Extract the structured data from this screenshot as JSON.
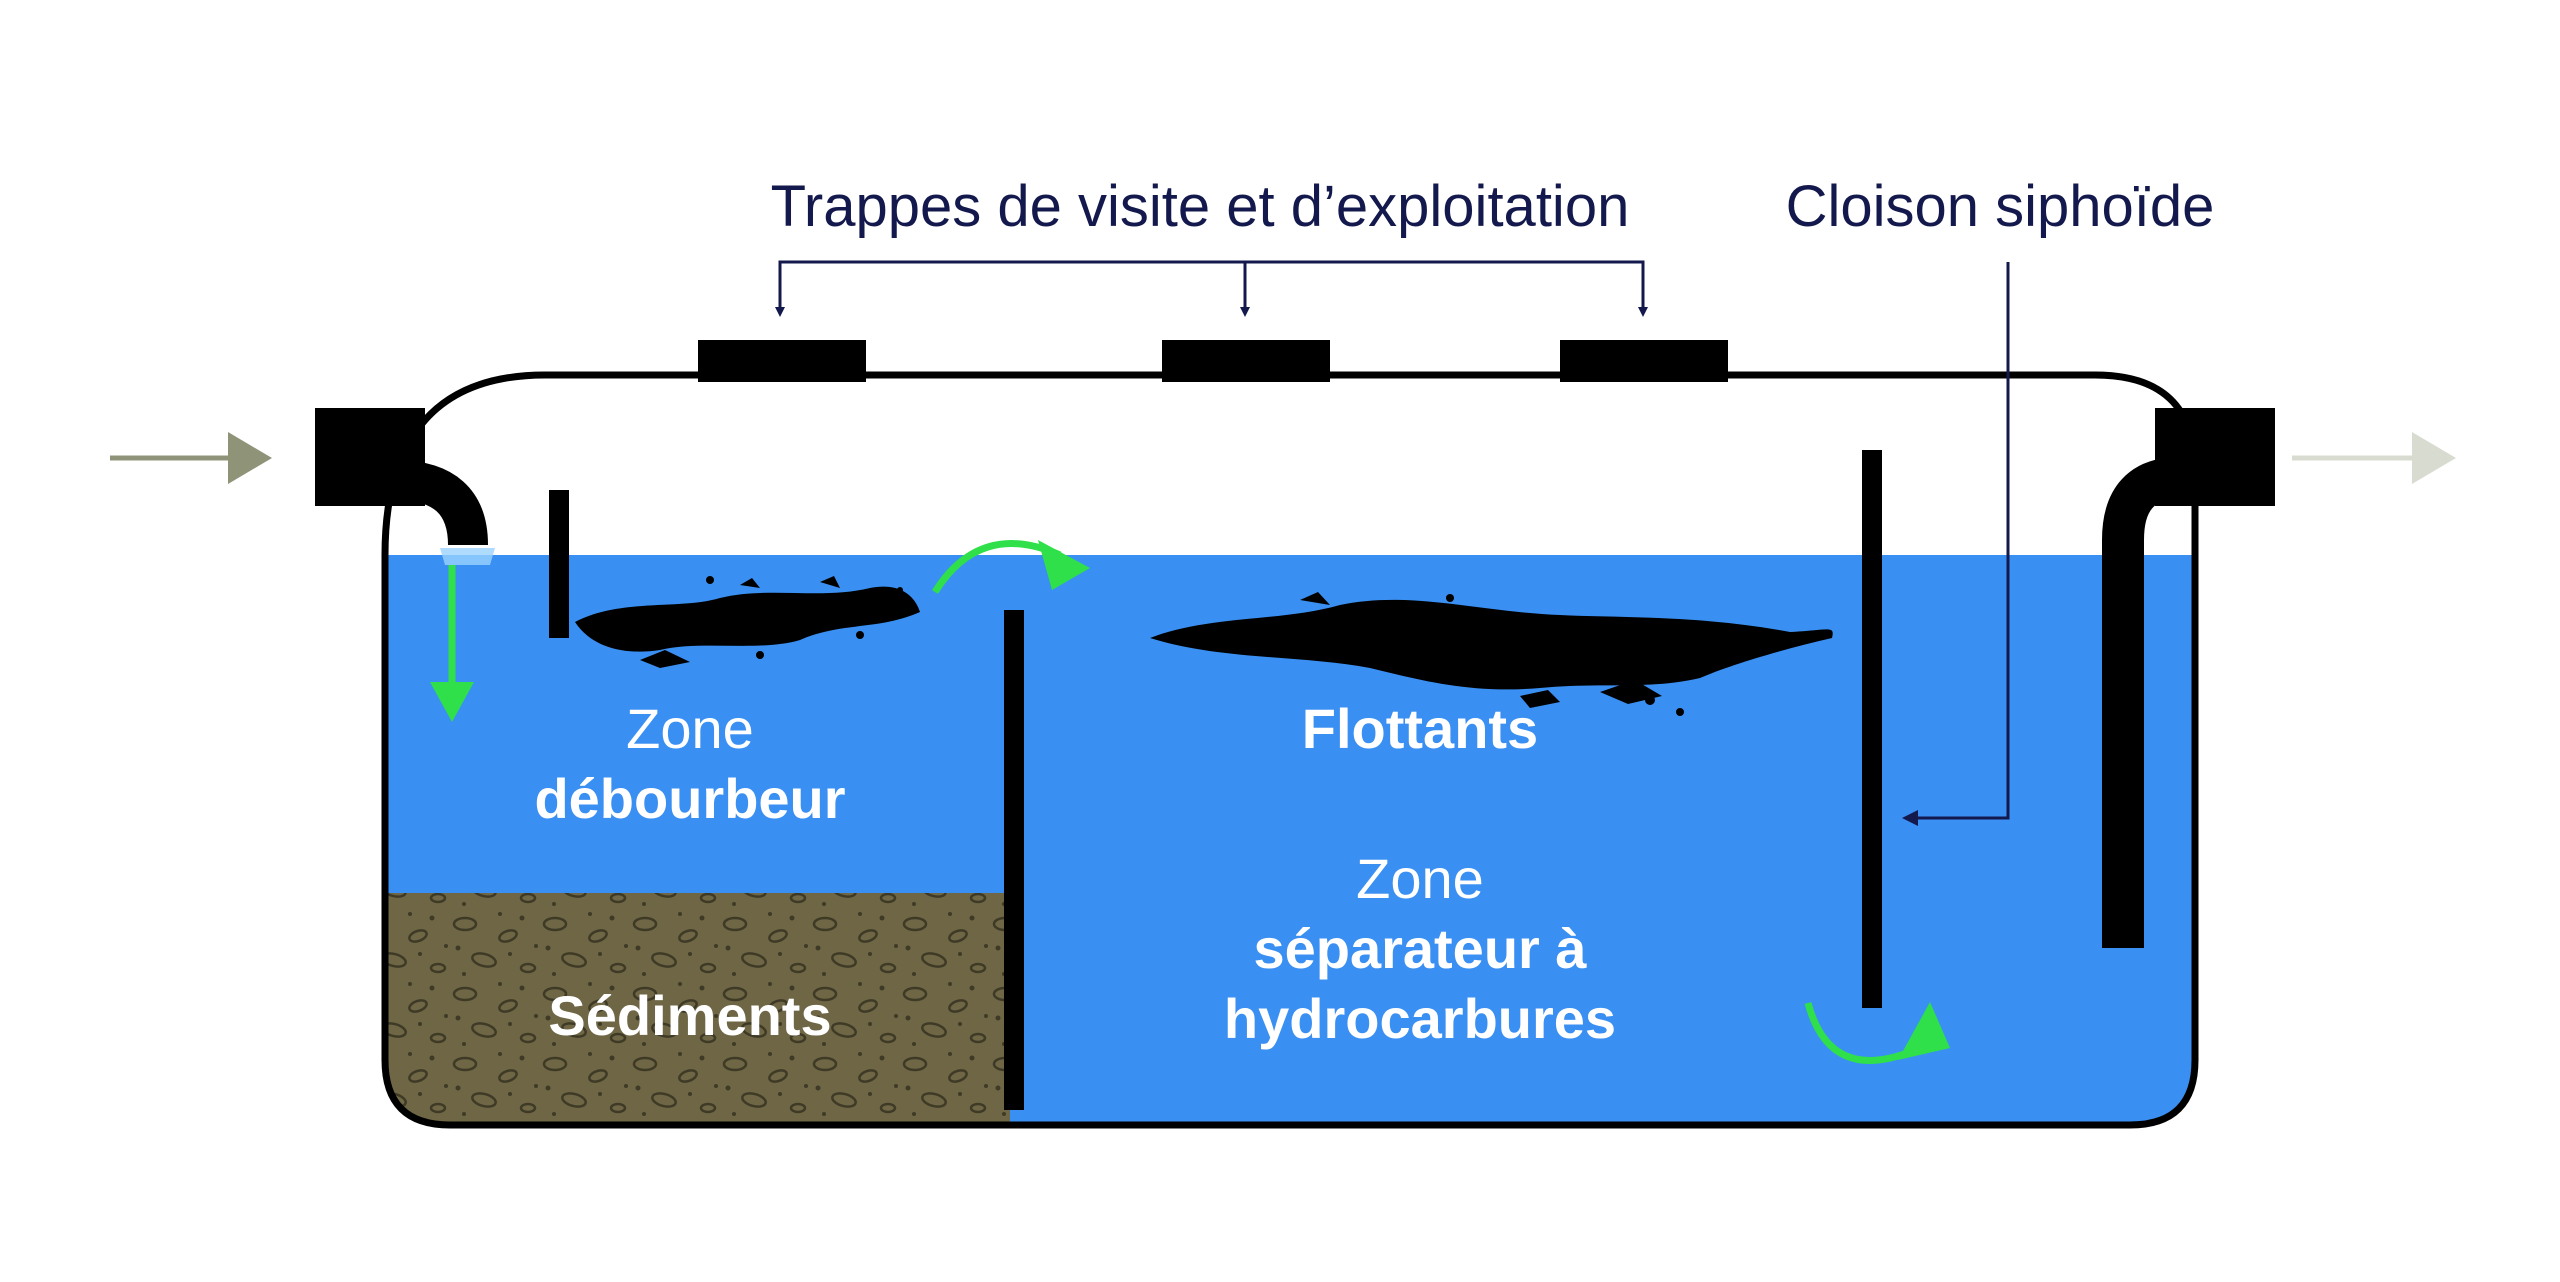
{
  "labels": {
    "trappes": "Trappes de visite et d’exploitation",
    "cloison": "Cloison siphoïde",
    "zone_debourbeur": {
      "line1": "Zone",
      "line2": "débourbeur"
    },
    "sediments": "Sédiments",
    "flottants": "Flottants",
    "zone_separateur": {
      "line1": "Zone",
      "line2": "séparateur à",
      "line3": "hydrocarbures"
    }
  },
  "colors": {
    "water": "#3a8ff2",
    "sediment": "#6e6644",
    "structure": "#000000",
    "flow_arrow": "#2fe04a",
    "label_dark": "#14194d",
    "inlet_arrow": "#8f9478",
    "outlet_arrow": "#d8dbd0",
    "text_light": "#ffffff"
  },
  "icons": {
    "inlet": "arrow-right-icon",
    "outlet": "arrow-right-icon",
    "flow": "curved-arrow-icon",
    "down_flow": "arrow-down-icon"
  }
}
